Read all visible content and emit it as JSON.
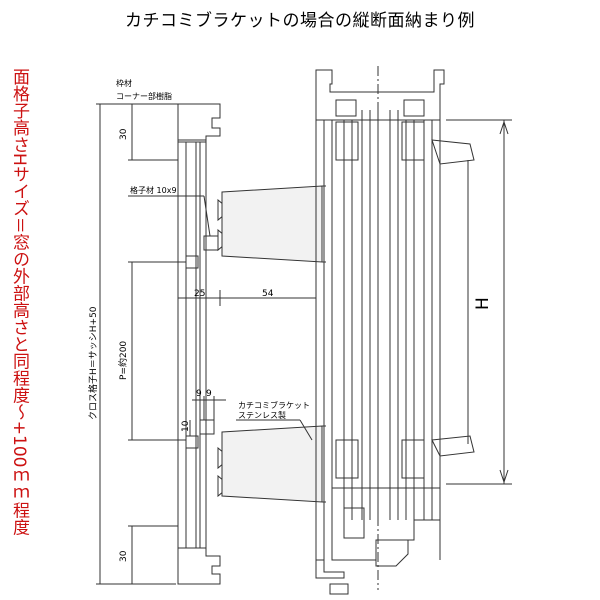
{
  "title": "カチコミブラケットの場合の縦断面納まり例",
  "side_note": "面格子高さHサイズ＝窓の外部高さと同程度～+100ｍｍ程度",
  "labels": {
    "frame_material_1": "枠材",
    "frame_material_2": "コーナー部樹脂",
    "lattice_material": "格子材 10x9",
    "bracket_1": "カチコミブラケット",
    "bracket_2": "ステンレス製",
    "cross_lattice_height": "クロス格子H＝サッシH+50",
    "pitch": "P=約200",
    "dim_top": "30",
    "dim_bottom": "30",
    "dim_25": "25",
    "dim_54": "54",
    "dim_9a": "9",
    "dim_9b": "9",
    "dim_10": "10",
    "height_H": "H"
  },
  "colors": {
    "line": "#333333",
    "title": "#000000",
    "side_note": "#cc1111",
    "bracket_fill": "#f2f2f2"
  }
}
